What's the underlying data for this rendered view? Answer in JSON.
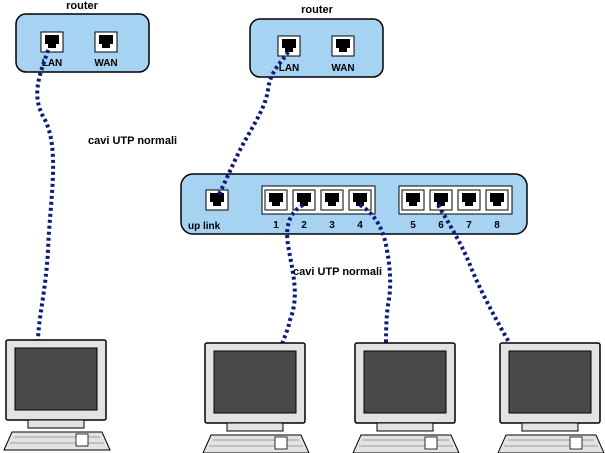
{
  "routers": [
    {
      "title": "router",
      "lan_label": "LAN",
      "wan_label": "WAN"
    },
    {
      "title": "router",
      "lan_label": "LAN",
      "wan_label": "WAN"
    }
  ],
  "switch": {
    "uplink_label": "up link",
    "port_labels": [
      "1",
      "2",
      "3",
      "4",
      "5",
      "6",
      "7",
      "8"
    ]
  },
  "cable_labels": [
    "cavi UTP normali",
    "cavi UTP normali"
  ],
  "computers": [
    "computer",
    "computer",
    "computer",
    "computer"
  ],
  "colors": {
    "device_fill": "#a7d3f3",
    "cable": "#0d1b7a",
    "screen": "#4a4a4a"
  }
}
